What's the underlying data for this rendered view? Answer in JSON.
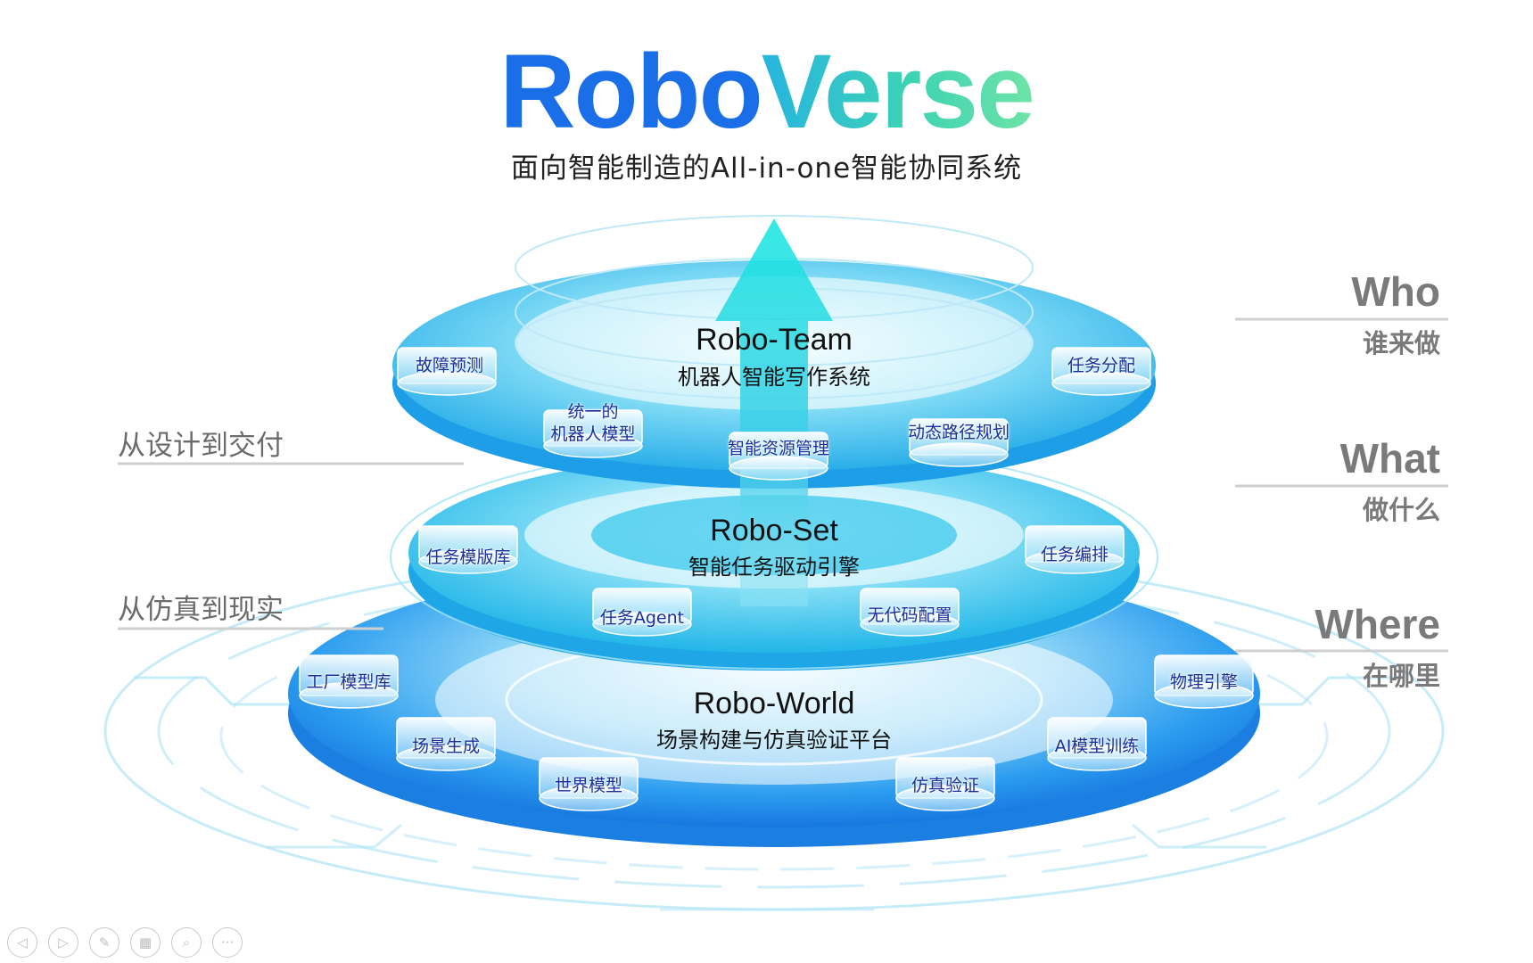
{
  "header": {
    "title_part1": "Robo",
    "title_part2": "Verse",
    "subtitle": "面向智能制造的All-in-one智能协同系统"
  },
  "layers": {
    "team": {
      "title": "Robo-Team",
      "subtitle": "机器人智能写作系统",
      "nodes": [
        "故障预测",
        "统一的",
        "机器人模型",
        "智能资源管理",
        "动态路径规划",
        "任务分配"
      ]
    },
    "set": {
      "title": "Robo-Set",
      "subtitle": "智能任务驱动引擎",
      "nodes": [
        "任务模版库",
        "任务Agent",
        "无代码配置",
        "任务编排"
      ]
    },
    "world": {
      "title": "Robo-World",
      "subtitle": "场景构建与仿真验证平台",
      "nodes": [
        "工厂模型库",
        "场景生成",
        "世界模型",
        "仿真验证",
        "AI模型训练",
        "物理引擎"
      ]
    }
  },
  "left_labels": [
    "从设计到交付",
    "从仿真到现实"
  ],
  "right_labels": [
    {
      "en": "Who",
      "cn": "谁来做"
    },
    {
      "en": "What",
      "cn": "做什么"
    },
    {
      "en": "Where",
      "cn": "在哪里"
    }
  ],
  "controls": [
    "previous-icon",
    "next-icon",
    "pen-icon",
    "slides-icon",
    "zoom-icon",
    "more-icon"
  ],
  "colors": {
    "title_blue": "#1a6fe8",
    "title_green": "#6fe3a6",
    "disc_blue": "#1e8fea",
    "disc_cyan": "#33c2f0",
    "node_text": "#1a2f9c",
    "side_text": "#7a7a7a"
  }
}
